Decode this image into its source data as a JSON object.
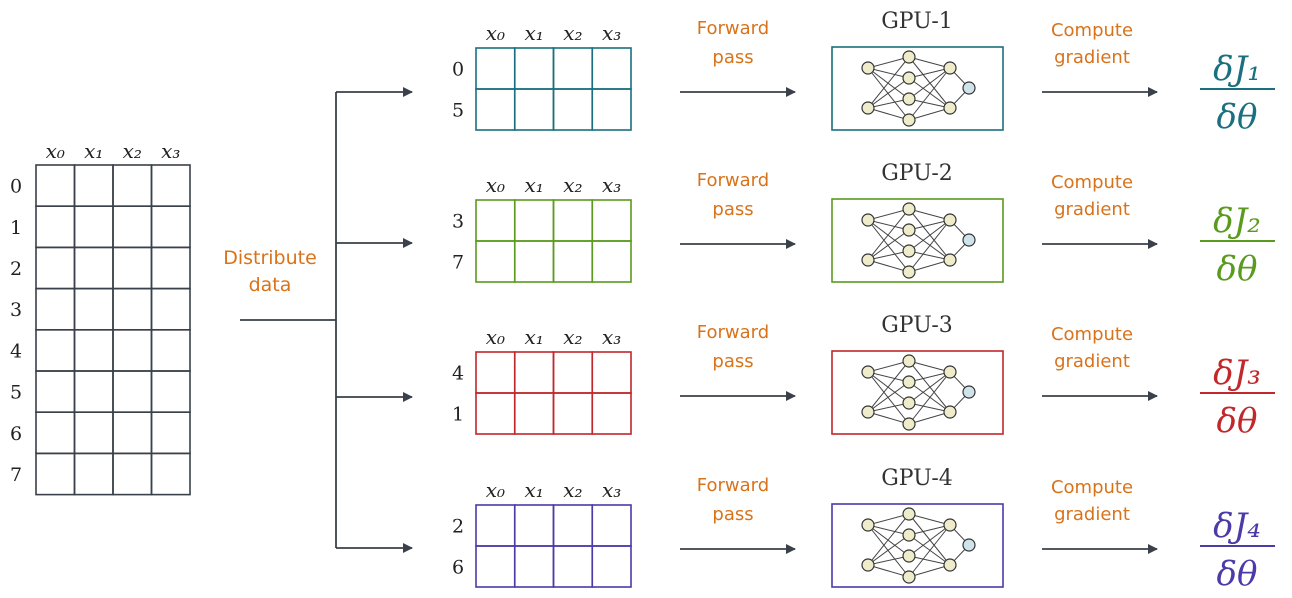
{
  "colors": {
    "grid": "#3a414a",
    "annotation": "#d9731a",
    "arrow": "#3a414a",
    "node_fill": "#efeccb",
    "output_node_fill": "#cfe3ea"
  },
  "full_dataset": {
    "columns": [
      "x₀",
      "x₁",
      "x₂",
      "x₃"
    ],
    "rows": [
      "0",
      "1",
      "2",
      "3",
      "4",
      "5",
      "6",
      "7"
    ]
  },
  "distribute_label": [
    "Distribute",
    "data"
  ],
  "forward_label": [
    "Forward",
    "pass"
  ],
  "gradient_label": [
    "Compute",
    "gradient"
  ],
  "gradient_denominator": "δθ",
  "workers": [
    {
      "gpu": "GPU-1",
      "rows": [
        "0",
        "5"
      ],
      "color": "#1b6f7f",
      "numerator": "δJ₁"
    },
    {
      "gpu": "GPU-2",
      "rows": [
        "3",
        "7"
      ],
      "color": "#5a9a1e",
      "numerator": "δJ₂"
    },
    {
      "gpu": "GPU-3",
      "rows": [
        "4",
        "1"
      ],
      "color": "#c0282b",
      "numerator": "δJ₃"
    },
    {
      "gpu": "GPU-4",
      "rows": [
        "2",
        "6"
      ],
      "color": "#4b3aa8",
      "numerator": "δJ₄"
    }
  ]
}
